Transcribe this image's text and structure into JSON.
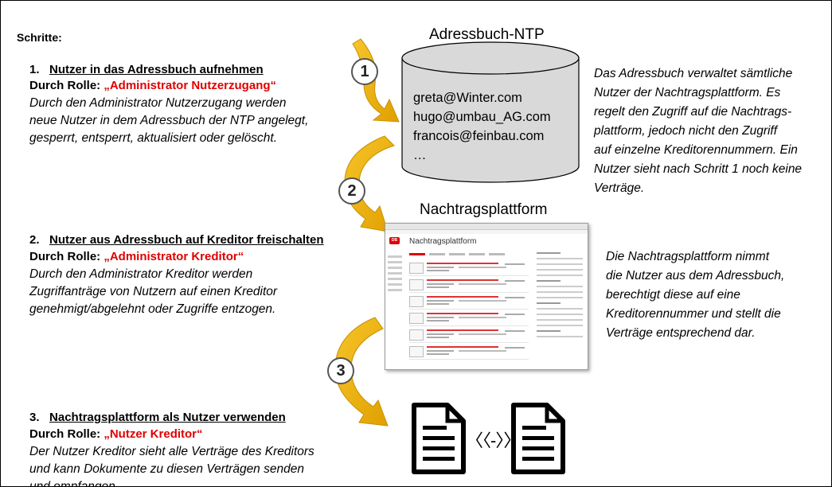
{
  "heading": "Schritte:",
  "steps": [
    {
      "number": "1.",
      "title": "Nutzer in das Adressbuch aufnehmen",
      "role_prefix": "Durch Rolle: ",
      "role_name": "„Administrator Nutzerzugang“",
      "description": [
        "Durch den Administrator Nutzerzugang werden",
        "neue Nutzer in dem Adressbuch der NTP angelegt,",
        "gesperrt, entsperrt, aktualisiert oder gelöscht."
      ]
    },
    {
      "number": "2.",
      "title": "Nutzer aus Adressbuch auf Kreditor freischalten",
      "role_prefix": "Durch Rolle: ",
      "role_name": "„Administrator Kreditor“",
      "description": [
        "Durch den Administrator Kreditor werden",
        "Zugriffanträge von Nutzern auf einen Kreditor",
        "genehmigt/abgelehnt oder Zugriffe entzogen."
      ]
    },
    {
      "number": "3.",
      "title": "Nachtragsplattform als Nutzer verwenden",
      "role_prefix": "Durch Rolle: ",
      "role_name": "„Nutzer Kreditor“",
      "description": [
        "Der Nutzer Kreditor sieht alle Verträge des Kreditors",
        "und kann Dokumente zu diesen Verträgen senden",
        "und empfangen."
      ]
    }
  ],
  "badges": [
    "1",
    "2",
    "3"
  ],
  "addressbook": {
    "caption": "Adressbuch-NTP",
    "entries": [
      "greta@Winter.com",
      "hugo@umbau_AG.com",
      "francois@feinbau.com",
      "…"
    ]
  },
  "platform": {
    "caption": "Nachtragsplattform",
    "screenshot_logo": "DB",
    "screenshot_title": "Nachtragsplattform"
  },
  "notes": {
    "addressbook": [
      "Das Adressbuch verwaltet sämtliche",
      "Nutzer der Nachtragsplattform. Es",
      "regelt den Zugriff auf die Nachtrags-",
      "plattform, jedoch nicht den Zugriff",
      "auf einzelne Kreditorennummern. Ein",
      "Nutzer sieht nach Schritt 1 noch keine",
      "Verträge."
    ],
    "platform": [
      "Die Nachtragsplattform nimmt",
      "die Nutzer aus dem Adressbuch,",
      "berechtigt diese auf eine",
      "Kreditorennummer und stellt die",
      "Verträge entsprechend dar."
    ]
  },
  "exchange_symbol": "〈〈-〉〉",
  "colors": {
    "arrow": "#f2b705",
    "arrow_dark": "#d99a00",
    "role": "#e00000",
    "cylinder": "#d9d9d9"
  }
}
